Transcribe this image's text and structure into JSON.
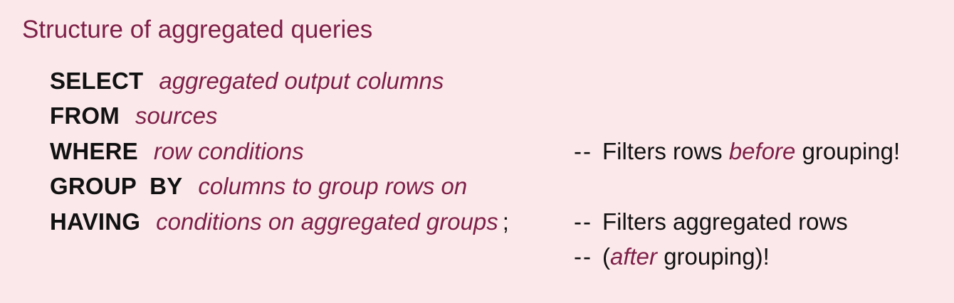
{
  "title": "Structure of aggregated queries",
  "query": {
    "select": {
      "keyword": "SELECT",
      "arg": "aggregated output columns"
    },
    "from": {
      "keyword": "FROM",
      "arg": "sources"
    },
    "where": {
      "keyword": "WHERE",
      "arg": "row conditions"
    },
    "group_by": {
      "keyword": "GROUP  BY",
      "arg": "columns to group rows on"
    },
    "having": {
      "keyword": "HAVING",
      "arg": "conditions on aggregated groups",
      "terminator": ";"
    }
  },
  "comments": {
    "where": {
      "dash": "--",
      "pre": "Filters rows ",
      "em": "before",
      "post": " grouping!"
    },
    "having_1": {
      "dash": "--",
      "text": "Filters aggregated rows"
    },
    "having_2": {
      "dash": "--",
      "pre": "(",
      "em": "after",
      "post": " grouping)!"
    }
  },
  "colors": {
    "background": "#fbe8ea",
    "accent": "#7d1f47",
    "text": "#111111"
  }
}
